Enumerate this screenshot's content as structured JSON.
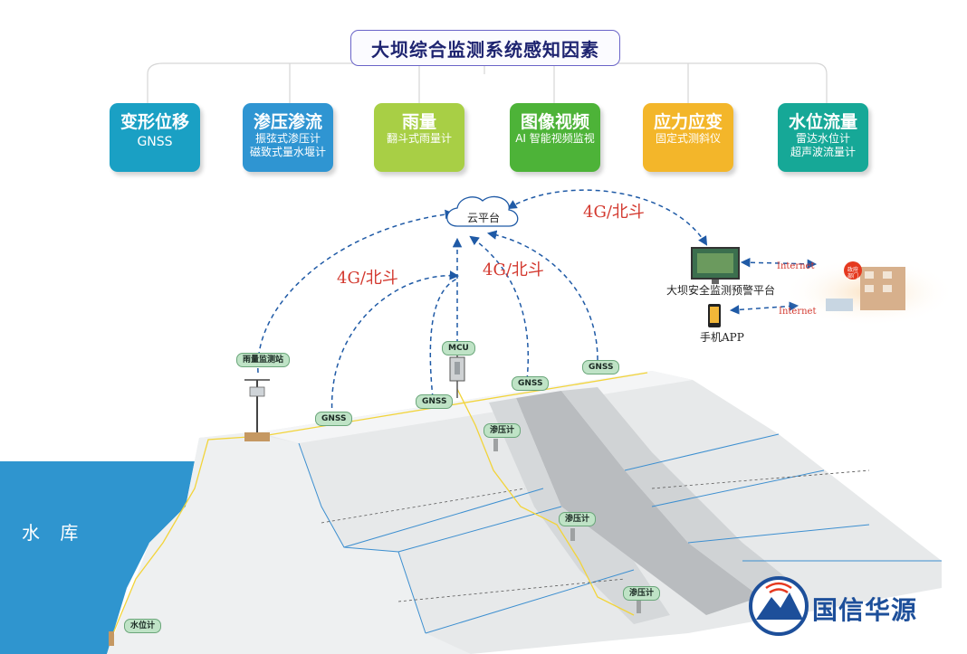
{
  "title": "大坝综合监测系统感知因素",
  "cards": [
    {
      "title": "变形位移",
      "lines": [
        "GNSS"
      ],
      "color": "#1aa0c4"
    },
    {
      "title": "渗压渗流",
      "lines": [
        "振弦式渗压计",
        "磁致式量水堰计"
      ],
      "color": "#2f95d2"
    },
    {
      "title": "雨量",
      "lines": [
        "翻斗式雨量计"
      ],
      "color": "#a8cf45"
    },
    {
      "title": "图像视频",
      "lines": [
        "AI 智能视频监视"
      ],
      "color": "#4db338"
    },
    {
      "title": "应力应变",
      "lines": [
        "固定式测斜仪"
      ],
      "color": "#f3b62a"
    },
    {
      "title": "水位流量",
      "lines": [
        "雷达水位计",
        "超声波流量计"
      ],
      "color": "#16a897"
    }
  ],
  "cloud_label": "云平台",
  "link_labels": [
    "4G/北斗",
    "4G/北斗",
    "4G/北斗"
  ],
  "platform_label": "大坝安全监测预警平台",
  "app_label": "手机APP",
  "internet_labels": [
    "Internet",
    "Internet"
  ],
  "gov_label": "政府部门",
  "sensors": {
    "rain_station": "雨量监测站",
    "mcu": "MCU",
    "gnss": "GNSS",
    "piezometer": "渗压计",
    "water_level": "水位计"
  },
  "reservoir_label": "水 库",
  "brand_name": "国信华源",
  "colors": {
    "reservoir": "#2f95cf",
    "link": "#1f5aa6",
    "accent_red": "#d3392f"
  }
}
